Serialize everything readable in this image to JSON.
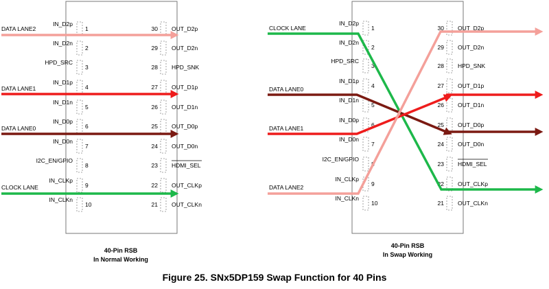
{
  "caption": "Figure 25.  SNx5DP159 Swap Function for 40 Pins",
  "colors": {
    "lane2": "#f4a09a",
    "lane1": "#ee1c1c",
    "lane0": "#7b1a12",
    "clock": "#1db84a",
    "box": "#777777",
    "pinbox": "#888888"
  },
  "pins_left": [
    {
      "num": "1",
      "name": "IN_D2p"
    },
    {
      "num": "2",
      "name": "IN_D2n"
    },
    {
      "num": "3",
      "name": "HPD_SRC"
    },
    {
      "num": "4",
      "name": "IN_D1p"
    },
    {
      "num": "5",
      "name": "IN_D1n"
    },
    {
      "num": "6",
      "name": "IN_D0p"
    },
    {
      "num": "7",
      "name": "IN_D0n"
    },
    {
      "num": "8",
      "name": "I2C_EN/GPIO"
    },
    {
      "num": "9",
      "name": "IN_CLKp"
    },
    {
      "num": "10",
      "name": "IN_CLKn"
    }
  ],
  "pins_right": [
    {
      "num": "30",
      "name": "OUT_D2p"
    },
    {
      "num": "29",
      "name": "OUT_D2n"
    },
    {
      "num": "28",
      "name": "HPD_SNK"
    },
    {
      "num": "27",
      "name": "OUT_D1p"
    },
    {
      "num": "26",
      "name": "OUT_D1n"
    },
    {
      "num": "25",
      "name": "OUT_D0p"
    },
    {
      "num": "24",
      "name": "OUT_D0n"
    },
    {
      "num": "23",
      "name": "HDMI_SEL"
    },
    {
      "num": "22",
      "name": "OUT_CLKp"
    },
    {
      "num": "21",
      "name": "OUT_CLKn"
    }
  ],
  "normal": {
    "title_line1": "40-Pin RSB",
    "title_line2": "In Normal Working",
    "signals": [
      {
        "label": "DATA LANE2",
        "lane": "lane2"
      },
      {
        "label": "DATA LANE1",
        "lane": "lane1"
      },
      {
        "label": "DATA LANE0",
        "lane": "lane0"
      },
      {
        "label": "CLOCK LANE",
        "lane": "clock"
      }
    ]
  },
  "swap": {
    "title_line1": "40-Pin RSB",
    "title_line2": "In Swap Working",
    "signals": [
      {
        "label": "CLOCK LANE",
        "lane": "clock"
      },
      {
        "label": "DATA LANE0",
        "lane": "lane0"
      },
      {
        "label": "DATA LANE1",
        "lane": "lane1"
      },
      {
        "label": "DATA LANE2",
        "lane": "lane2"
      }
    ]
  }
}
